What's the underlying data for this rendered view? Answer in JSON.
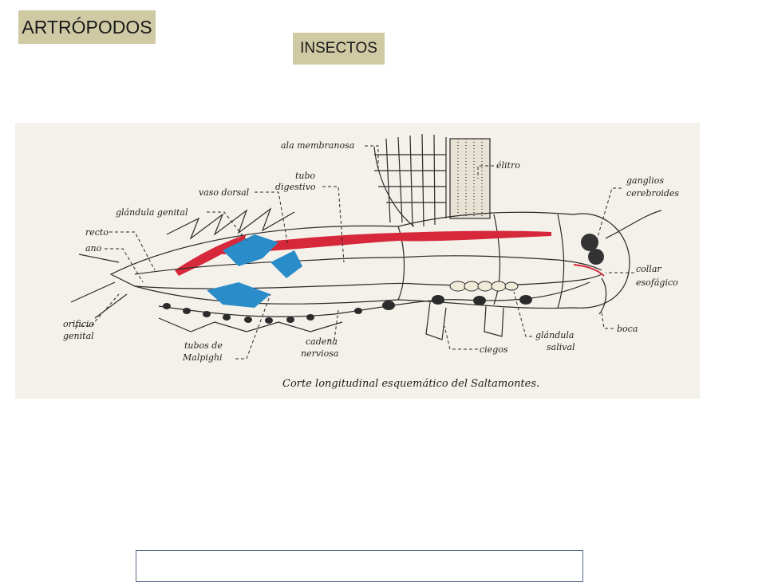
{
  "header": {
    "title": "ARTRÓPODOS",
    "subtitle": "INSECTOS"
  },
  "figure": {
    "caption": "Corte longitudinal esquemático del Saltamontes.",
    "labels": {
      "ala_membranosa": "ala membranosa",
      "elitro": "élitro",
      "tubo": "tubo",
      "digestivo": "digestivo",
      "vaso_dorsal": "vaso dorsal",
      "glandula_genital": "glándula genital",
      "recto": "recto",
      "ano": "ano",
      "orificio": "orificio",
      "genital": "genital",
      "tubos_de": "tubos de",
      "malpighi": "Malpighi",
      "cadena": "cadena",
      "nerviosa": "nerviosa",
      "ciegos": "ciegos",
      "glandula": "glándula",
      "salival": "salival",
      "boca": "boca",
      "collar": "collar",
      "esofagico": "esofágico",
      "ganglios": "ganglios",
      "cerebroides": "cerebroides"
    },
    "colors": {
      "vessel": "#d6283a",
      "malpighi": "#2a8cc8",
      "nerve": "#2b2b2b",
      "background": "#f4f1ea"
    }
  }
}
